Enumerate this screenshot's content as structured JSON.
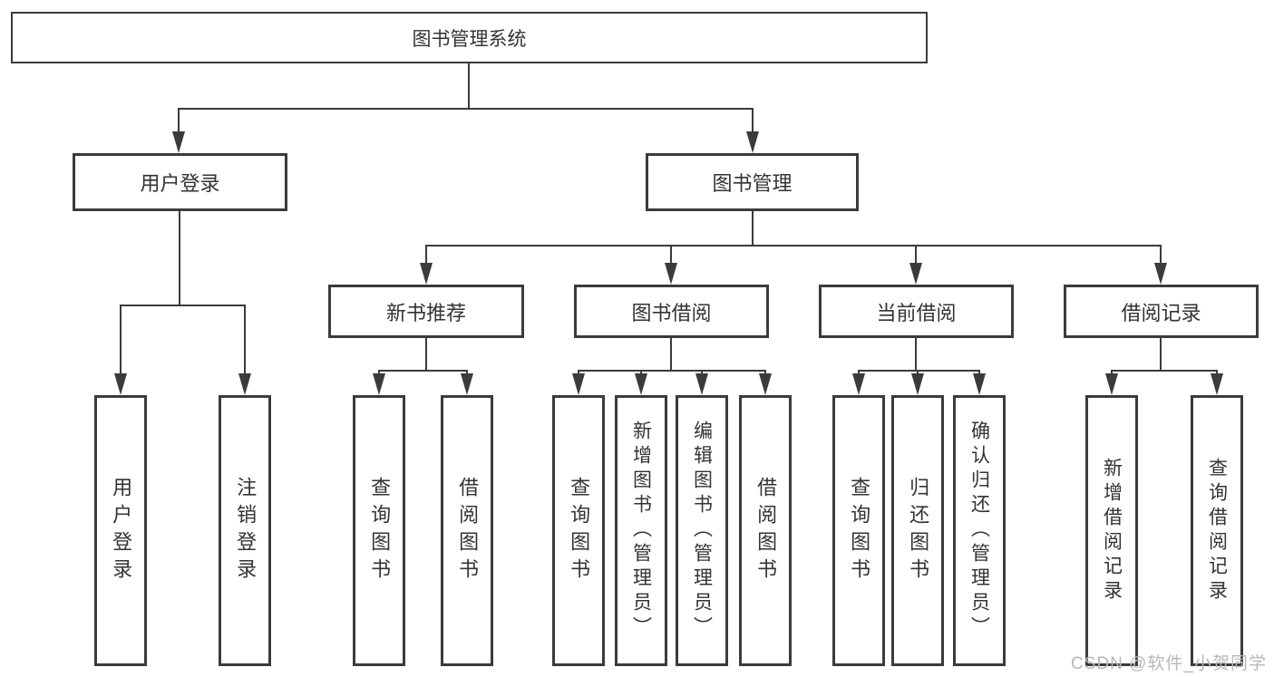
{
  "diagram": {
    "root": {
      "label": "图书管理系统",
      "children": [
        {
          "label": "用户登录",
          "children": [
            {
              "label": "用户登录"
            },
            {
              "label": "注销登录"
            }
          ]
        },
        {
          "label": "图书管理",
          "children": [
            {
              "label": "新书推荐",
              "children": [
                {
                  "label": "查询图书"
                },
                {
                  "label": "借阅图书"
                }
              ]
            },
            {
              "label": "图书借阅",
              "children": [
                {
                  "label": "查询图书"
                },
                {
                  "label": "新增图书（管理员）"
                },
                {
                  "label": "编辑图书（管理员）"
                },
                {
                  "label": "借阅图书"
                }
              ]
            },
            {
              "label": "当前借阅",
              "children": [
                {
                  "label": "查询图书"
                },
                {
                  "label": "归还图书"
                },
                {
                  "label": "确认归还（管理员）"
                }
              ]
            },
            {
              "label": "借阅记录",
              "children": [
                {
                  "label": "新增借阅记录"
                },
                {
                  "label": "查询借阅记录"
                }
              ]
            }
          ]
        }
      ]
    }
  },
  "watermark": "CSDN @软件_小贺同学",
  "colors": {
    "line": "#3b3b3b",
    "box_border": "#3b3b3b",
    "text": "#333333",
    "watermark": "#b4b8bd",
    "background": "#ffffff"
  }
}
